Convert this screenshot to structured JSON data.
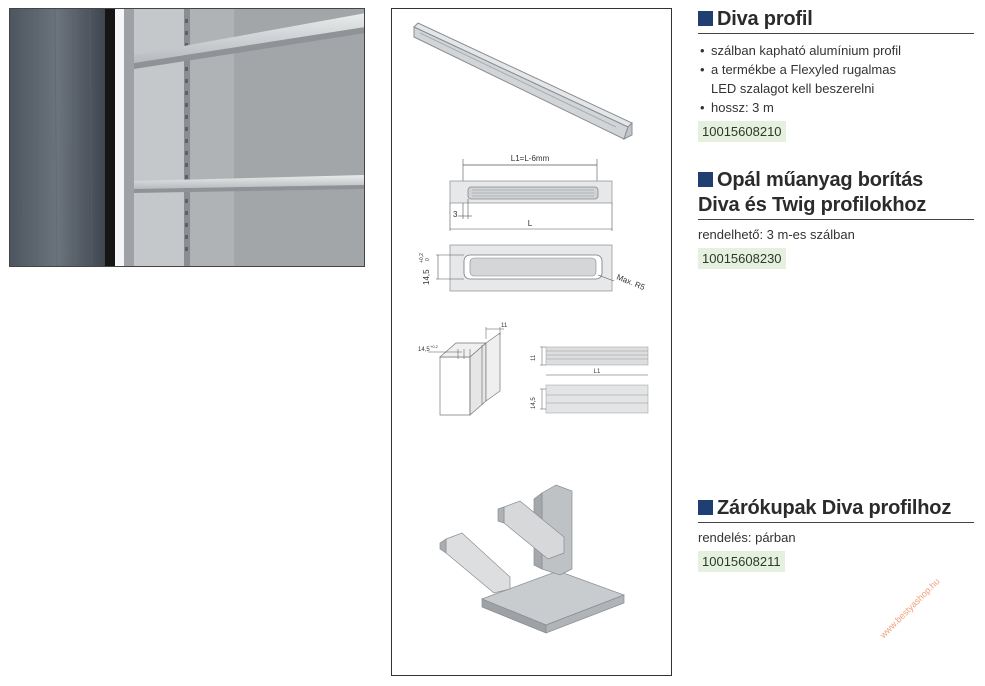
{
  "sections": [
    {
      "title": "Diva profil",
      "bullets": [
        [
          "szálban kapható alumínium profil"
        ],
        [
          "a termékbe a Flexyled rugalmas",
          "LED szalagot kell beszerelni"
        ],
        [
          "hossz: 3 m"
        ]
      ],
      "code": "10015608210"
    },
    {
      "title_line1": "Opál műanyag borítás",
      "title_line2": "Diva és Twig profilokhoz",
      "desc": "rendelhető: 3 m-es szálban",
      "code": "10015608230"
    },
    {
      "title": "Zárókupak Diva profilhoz",
      "desc": "rendelés: párban",
      "code": "10015608211"
    }
  ],
  "drawing_labels": {
    "l1": "L1=L-6mm",
    "three": "3",
    "l": "L",
    "height": "14,5",
    "height_tol_top": "+0,2",
    "height_tol_bottom": "0",
    "max_r": "Max. R5",
    "iso_w": "14,5",
    "iso_w_tol": "+0,2",
    "iso_d": "11",
    "side_h": "11",
    "side_l1": "L1",
    "side_h2": "14,5"
  },
  "watermark": "www.bestyashop.hu",
  "colors": {
    "heading_square": "#1f3f73",
    "code_bg": "#e6f0df",
    "watermark": "#f2a07c"
  }
}
